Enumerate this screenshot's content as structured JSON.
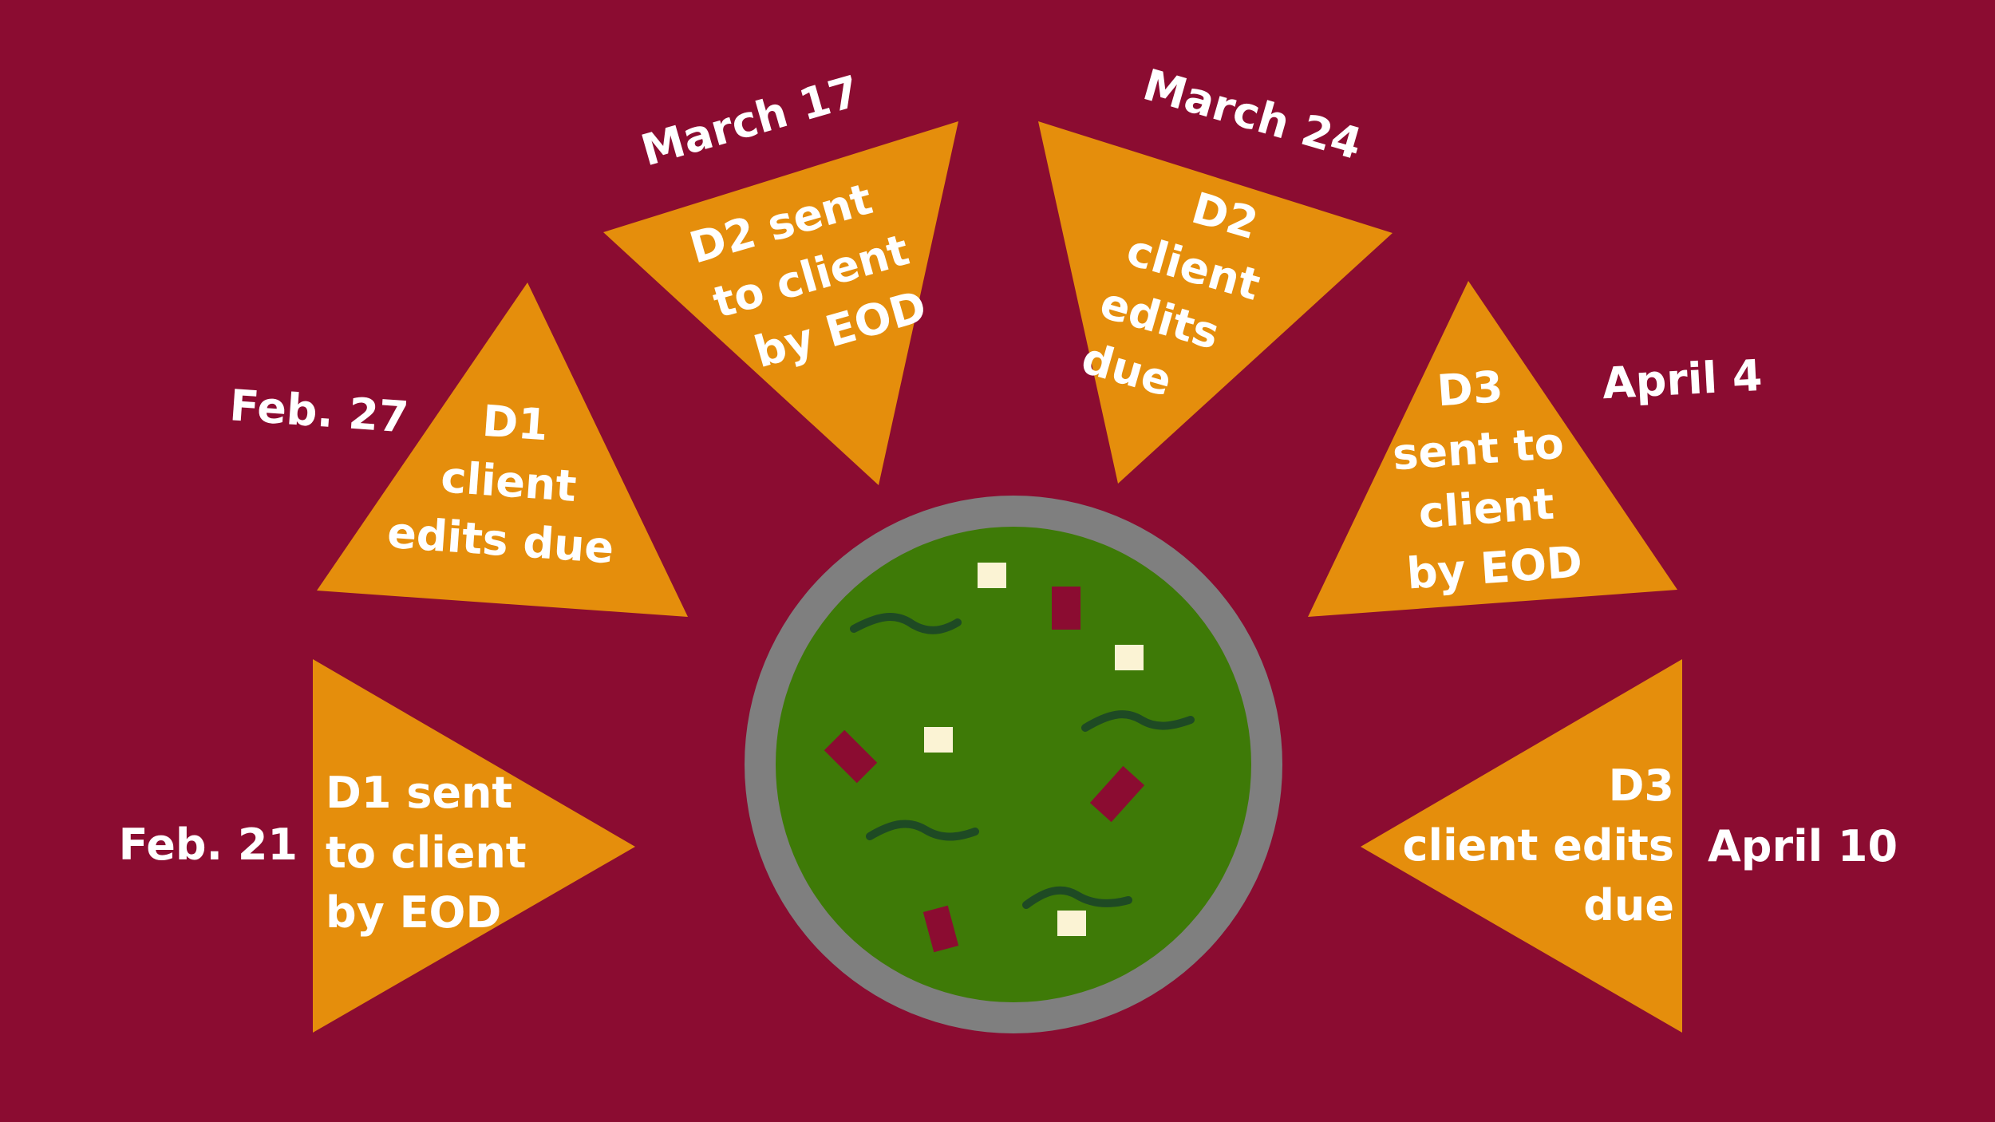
{
  "colors": {
    "background": "#8B0C31",
    "chip": "#E58E0C",
    "bowl_rim": "#7F7F7F",
    "guacamole": "#3E7A07",
    "wave": "#1E4A24",
    "onion": "#FBF3D4",
    "tomato": "#8B0C31",
    "text": "#FFFFFF"
  },
  "milestones": [
    {
      "date": "Feb. 21",
      "lines": [
        "D1 sent",
        "to client",
        "by EOD"
      ]
    },
    {
      "date": "Feb. 27",
      "lines": [
        "D1",
        "client",
        "edits due"
      ]
    },
    {
      "date": "March 17",
      "lines": [
        "D2 sent",
        "to client",
        "by EOD"
      ]
    },
    {
      "date": "March 24",
      "lines": [
        "D2",
        "client",
        "edits",
        "due"
      ]
    },
    {
      "date": "April 4",
      "lines": [
        "D3",
        "sent to",
        "client",
        "by EOD"
      ]
    },
    {
      "date": "April 10",
      "lines": [
        "D3",
        "client edits",
        "due"
      ]
    }
  ],
  "bowl": {
    "icon": "guacamole-bowl-icon"
  }
}
